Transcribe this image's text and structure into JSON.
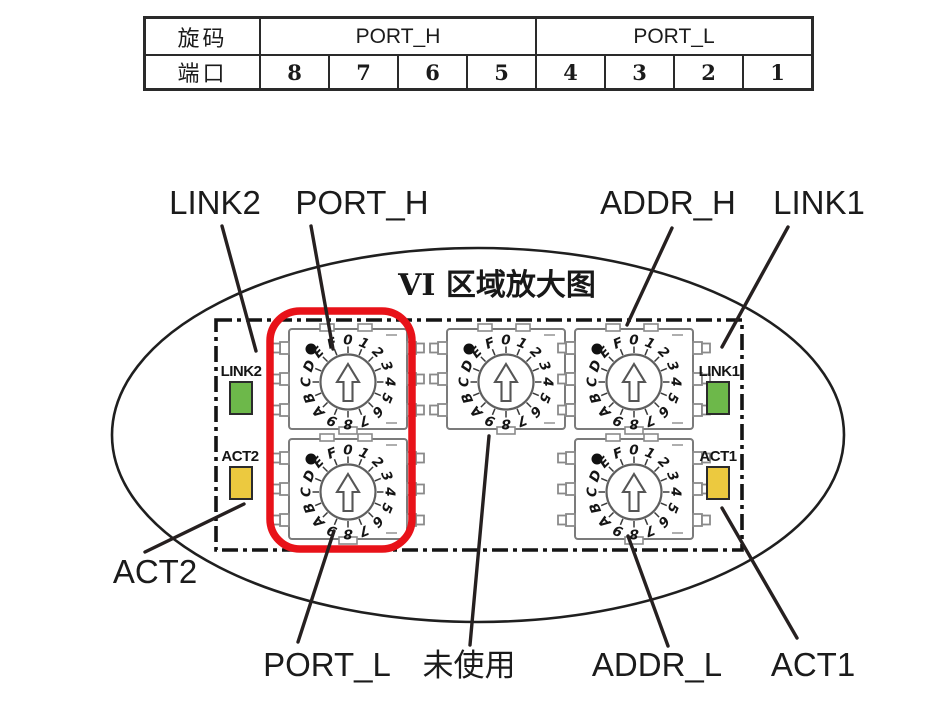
{
  "table": {
    "header_col": "旋码",
    "ports_col": "端口",
    "group_high": "PORT_H",
    "group_low": "PORT_L",
    "ports": [
      "8",
      "7",
      "6",
      "5",
      "4",
      "3",
      "2",
      "1"
    ]
  },
  "diagram": {
    "title": "VI 区域放大图",
    "callouts": {
      "link2": "LINK2",
      "port_h": "PORT_H",
      "addr_h": "ADDR_H",
      "link1": "LINK1",
      "act2": "ACT2",
      "port_l": "PORT_L",
      "unused": "未使用",
      "addr_l": "ADDR_L",
      "act1": "ACT1"
    },
    "leds": [
      {
        "id": "link2",
        "label": "LINK2",
        "color": "green"
      },
      {
        "id": "act2",
        "label": "ACT2",
        "color": "yellow"
      },
      {
        "id": "link1",
        "label": "LINK1",
        "color": "green"
      },
      {
        "id": "act1",
        "label": "ACT1",
        "color": "yellow"
      }
    ],
    "switches": [
      {
        "id": "port_h",
        "highlighted": true
      },
      {
        "id": "port_l",
        "highlighted": true
      },
      {
        "id": "unused",
        "highlighted": false
      },
      {
        "id": "addr_h",
        "highlighted": false
      },
      {
        "id": "addr_l",
        "highlighted": false
      }
    ],
    "hex_digits": [
      "0",
      "1",
      "2",
      "3",
      "4",
      "5",
      "6",
      "7",
      "8",
      "9",
      "A",
      "B",
      "C",
      "D",
      "E",
      "F"
    ],
    "colors": {
      "led_green": "#6db84a",
      "led_yellow": "#ecc93f",
      "highlight": "#e81219",
      "line": "#262020"
    }
  }
}
